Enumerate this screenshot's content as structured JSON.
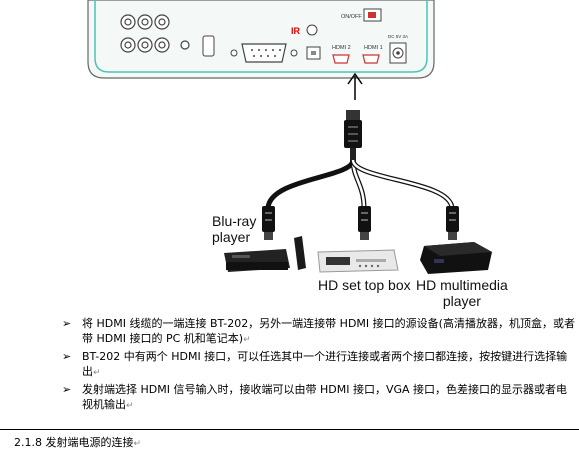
{
  "figure": {
    "device_labels": {
      "ir": "IR",
      "on_off": "ON/OFF",
      "hdmi2": "HDMI 2",
      "hdmi1": "HDMI 1",
      "dc": "DC 5V 3A"
    },
    "blu_ray": [
      "Blu-ray",
      "player"
    ],
    "set_top_box": "HD set top box",
    "multimedia": [
      "HD multimedia",
      "player"
    ]
  },
  "bullets": [
    {
      "text": "将 HDMI 线缆的一端连接 BT-202，另外一端连接带 HDMI 接口的源设备(高清播放器，机顶盒，或者带 HDMI 接口的 PC 机和笔记本)"
    },
    {
      "text": "BT-202 中有两个 HDMI 接口，可以任选其中一个进行连接或者两个接口都连接，按按键进行选择输出"
    },
    {
      "text": "发射端选择 HDMI 信号输入时，接收端可以由带 HDMI 接口，VGA 接口，色差接口的显示器或者电视机输出"
    }
  ],
  "bullet_glyph": "➢",
  "para_mark": "↵",
  "section_heading": "2.1.8  发射端电源的连接"
}
